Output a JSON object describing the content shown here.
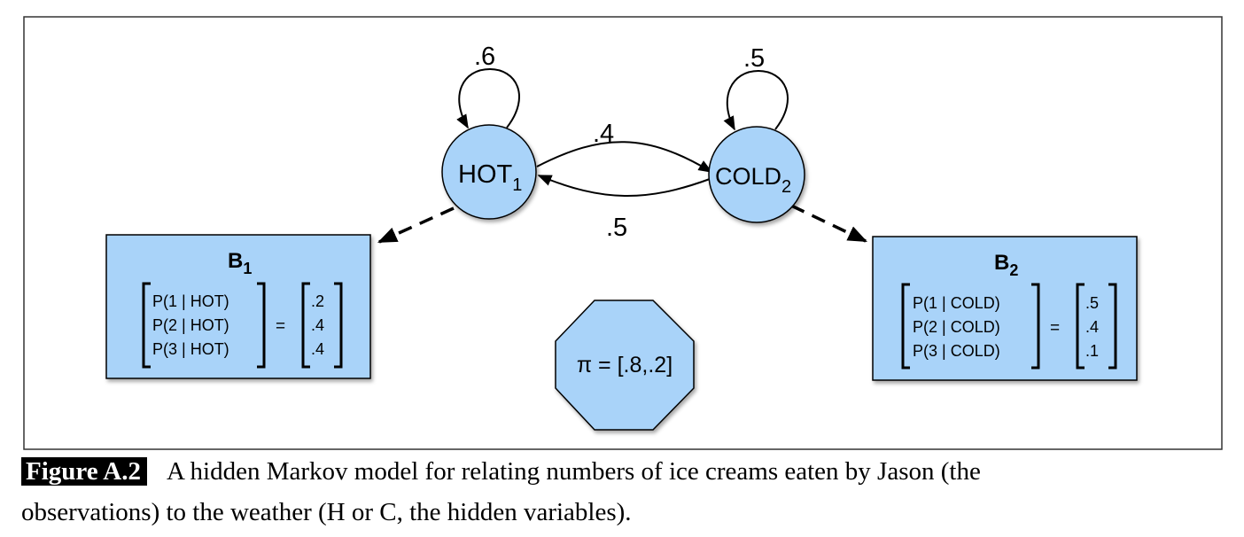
{
  "states": {
    "hot": {
      "name": "HOT",
      "index": "1",
      "self_prob": ".6"
    },
    "cold": {
      "name": "COLD",
      "index": "2",
      "self_prob": ".5"
    }
  },
  "transitions": {
    "hot_to_cold": ".4",
    "cold_to_hot": ".5"
  },
  "emissions": {
    "b1": {
      "title": "B",
      "subscript": "1",
      "rows": [
        "P(1 | HOT)",
        "P(2 | HOT)",
        "P(3 | HOT)"
      ],
      "equals": "=",
      "values": [
        ".2",
        ".4",
        ".4"
      ]
    },
    "b2": {
      "title": "B",
      "subscript": "2",
      "rows": [
        "P(1 | COLD)",
        "P(2 | COLD)",
        "P(3 | COLD)"
      ],
      "equals": "=",
      "values": [
        ".5",
        ".4",
        ".1"
      ]
    }
  },
  "initial": {
    "label": "π = [.8,.2]"
  },
  "caption": {
    "label": "Figure A.2",
    "line1": "A hidden Markov model for relating numbers of ice creams eaten by Jason (the",
    "line2": "observations) to the weather (H or C, the hidden variables)."
  },
  "colors": {
    "node_fill": "#a9d3f9",
    "stroke": "#000000",
    "caption_label_bg": "#000000"
  }
}
